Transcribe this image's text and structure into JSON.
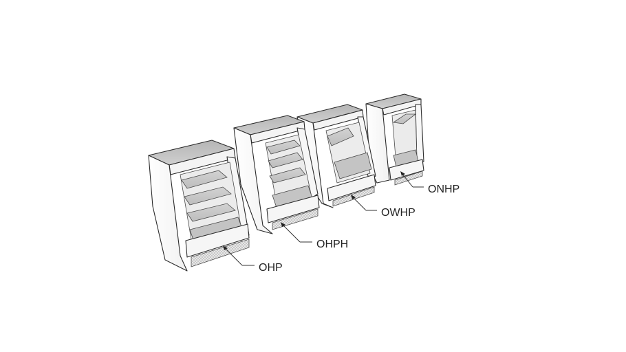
{
  "labels": {
    "ohp": "OHP",
    "ohph": "OHPH",
    "owhp": "OWHP",
    "onhp": "ONHP"
  }
}
